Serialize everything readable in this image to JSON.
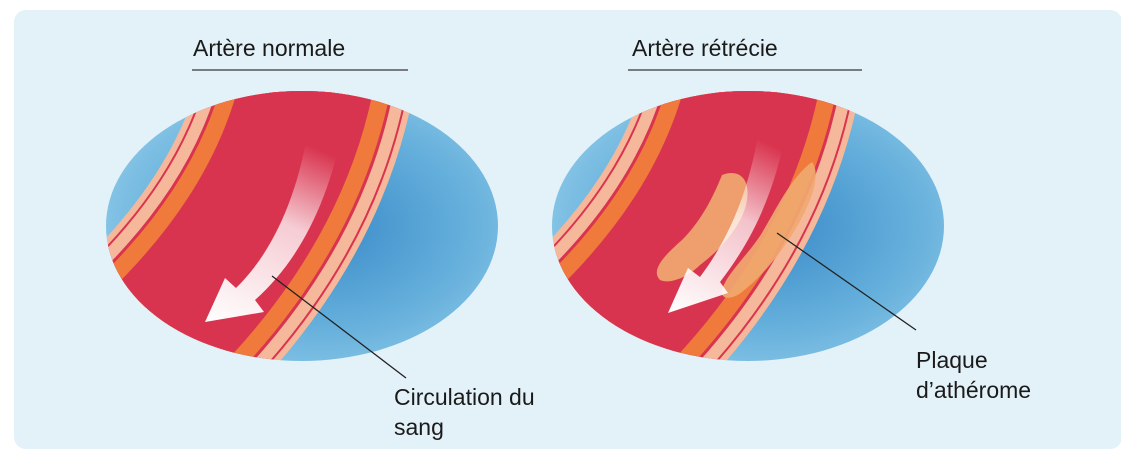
{
  "labels": {
    "normal_title": "Artère normale",
    "narrowed_title": "Artère rétrécie",
    "blood_flow_line1": "Circulation du",
    "blood_flow_line2": "sang",
    "plaque_line1": "Plaque",
    "plaque_line2": "d’athérome"
  },
  "colors": {
    "background": "#e3f2f8",
    "tissue_light": "#8fcbea",
    "tissue_dark": "#3a8ac8",
    "artery_red": "#d9344f",
    "artery_wall_orange": "#ef7a3c",
    "artery_wall_pale": "#f6b89a",
    "plaque": "#f0a870",
    "flow_arrow": "#ffffff"
  }
}
